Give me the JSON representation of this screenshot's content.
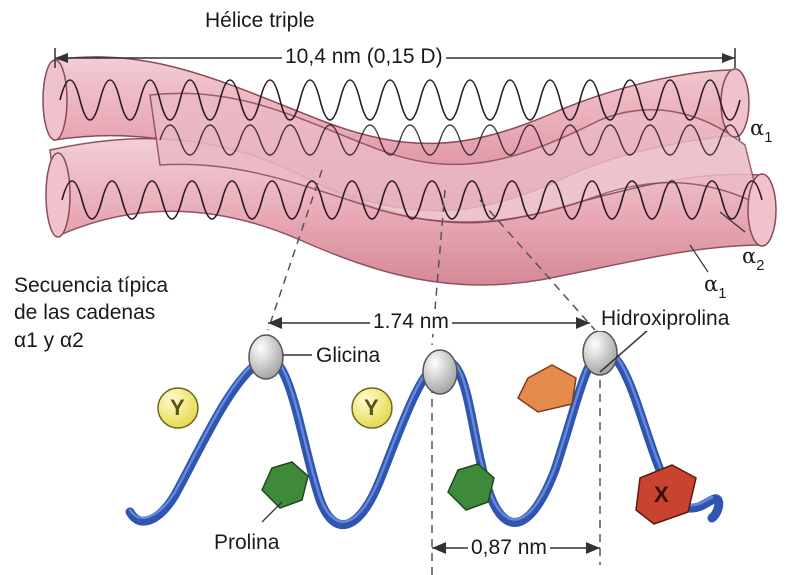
{
  "diagram": {
    "title": "Hélice triple",
    "length_label": "10,4 nm (0,15 D)",
    "sequence_label": [
      "Secuencia típica",
      "de las cadenas",
      "α1 y α2"
    ],
    "chain_labels": [
      {
        "greek": "α",
        "sub": "1"
      },
      {
        "greek": "α",
        "sub": "2"
      },
      {
        "greek": "α",
        "sub": "1"
      }
    ],
    "spacing_label": "1.74 nm",
    "half_spacing_label": "0,87 nm",
    "residues": {
      "glycine": "Glicina",
      "hydroxyproline": "Hidroxiprolina",
      "proline": "Prolina",
      "y_marker": "Y",
      "x_marker": "X"
    },
    "colors": {
      "helix_fill": "#eab4bf",
      "helix_shade": "#d98a9a",
      "helix_edge": "#8a4a58",
      "chain": "#2e55b0",
      "glycine": "#c9c9c9",
      "proline": "#3f8a3a",
      "hydroxyproline": "#e58a4a",
      "y_residue": "#f2e96a",
      "x_residue": "#c8442f"
    }
  }
}
